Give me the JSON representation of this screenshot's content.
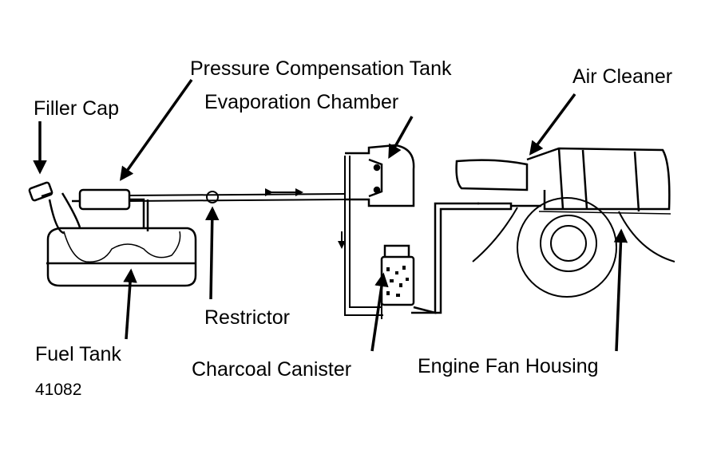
{
  "labels": {
    "pressure_tank": "Pressure Compensation Tank",
    "evap_chamber": "Evaporation Chamber",
    "filler_cap": "Filler Cap",
    "air_cleaner": "Air Cleaner",
    "restrictor": "Restrictor",
    "fuel_tank": "Fuel Tank",
    "charcoal_canister": "Charcoal Canister",
    "engine_fan_housing": "Engine Fan Housing",
    "figure_number": "41082"
  },
  "colors": {
    "ink": "#000000",
    "background": "#ffffff"
  }
}
